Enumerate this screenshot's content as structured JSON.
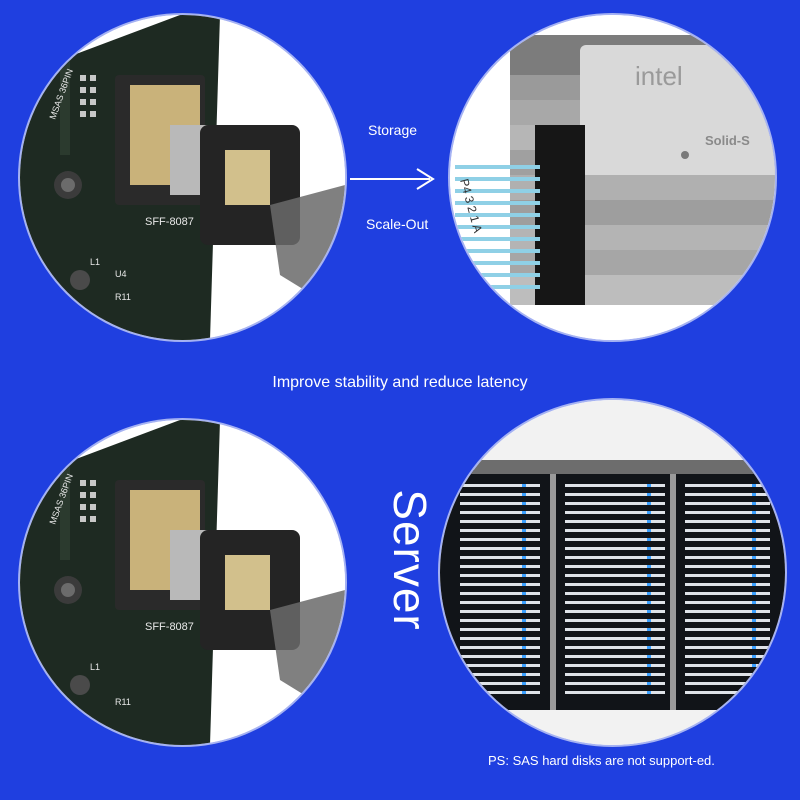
{
  "labels": {
    "storage": "Storage",
    "scale_out": "Scale-Out",
    "tagline": "Improve stability and reduce latency",
    "server": "Server",
    "note": "PS: SAS hard disks are not support-ed."
  },
  "board_marks": {
    "connector": "SFF-8087",
    "msas": "MSAS 36PIN",
    "l1": "L1",
    "u4": "U4",
    "r11": "R11"
  },
  "ssd_marks": {
    "brand": "intel",
    "model": "Solid-S",
    "cable": "P4 3 2 1 A"
  },
  "colors": {
    "background": "#1f3fe0",
    "text": "#ffffff",
    "pcb": "#1e2a22",
    "connector_metal": "#c9b27a",
    "cable_blue": "#8fd0e6"
  }
}
